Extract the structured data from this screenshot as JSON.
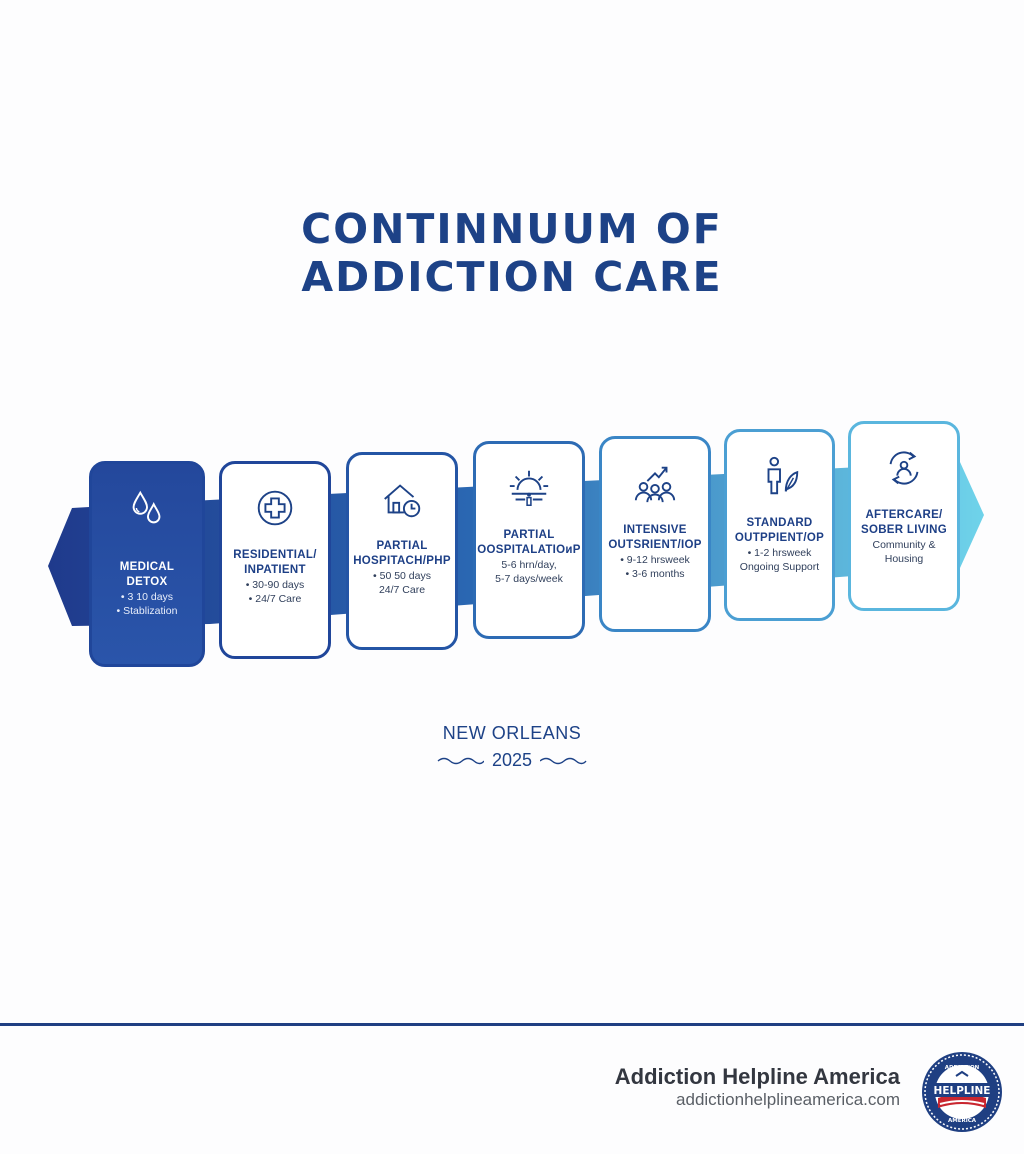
{
  "title": {
    "line1": "CONTINNUUM OF",
    "line2": "ADDICTION CARE"
  },
  "stages": [
    {
      "icon": "water-drops-icon",
      "label_lines": [
        "MEDICAL",
        "DETOX"
      ],
      "details": [
        "• 3 10 days",
        "• Stablization"
      ],
      "color": "#20469a"
    },
    {
      "icon": "medical-cross-icon",
      "label_lines": [
        "RESIDENTIAL/",
        "INPATIENT"
      ],
      "details": [
        "• 30-90 days",
        "• 24/7 Care"
      ],
      "color": "#20469a"
    },
    {
      "icon": "house-clock-icon",
      "label_lines": [
        "PARTIAL",
        "HOSPITACH/PHP"
      ],
      "details": [
        "• 50 50 days",
        "24/7 Care"
      ],
      "color": "#2455a5"
    },
    {
      "icon": "sunrise-person-icon",
      "label_lines": [
        "PARTIAL",
        "OOSPITALATIOᴎP"
      ],
      "details": [
        "5-6 hrn/day,",
        "5-7 days/week"
      ],
      "color": "#2d6bb4"
    },
    {
      "icon": "group-growth-icon",
      "label_lines": [
        "INTENSIVE",
        "OUTSRIENT/IOP"
      ],
      "details": [
        "• 9-12 hrsweek",
        "• 3-6 months"
      ],
      "color": "#3a86c6"
    },
    {
      "icon": "person-leaf-icon",
      "label_lines": [
        "STANDARD",
        "OUTPPIENT/OP"
      ],
      "details": [
        "• 1-2 hrsweek",
        "Ongoing Support"
      ],
      "color": "#4b9fd3"
    },
    {
      "icon": "recycle-person-icon",
      "label_lines": [
        "AFTERCARE/",
        "SOBER LIVING"
      ],
      "details": [
        "Community &",
        "Housing"
      ],
      "color": "#5ab6de"
    }
  ],
  "location": {
    "city": "NEW ORLEANS",
    "year": "2025"
  },
  "brand": {
    "name": "Addiction Helpline America",
    "url": "addictionhelplineamerica.com",
    "seal_text": "HELPLINE",
    "seal_ring_text": "ADDICTION · AMERICA"
  },
  "colors": {
    "primary": "#1d4287",
    "arrow_start": "#1f3a8c",
    "arrow_end": "#6fd3ea",
    "footer_rule": "#1f3f82"
  }
}
